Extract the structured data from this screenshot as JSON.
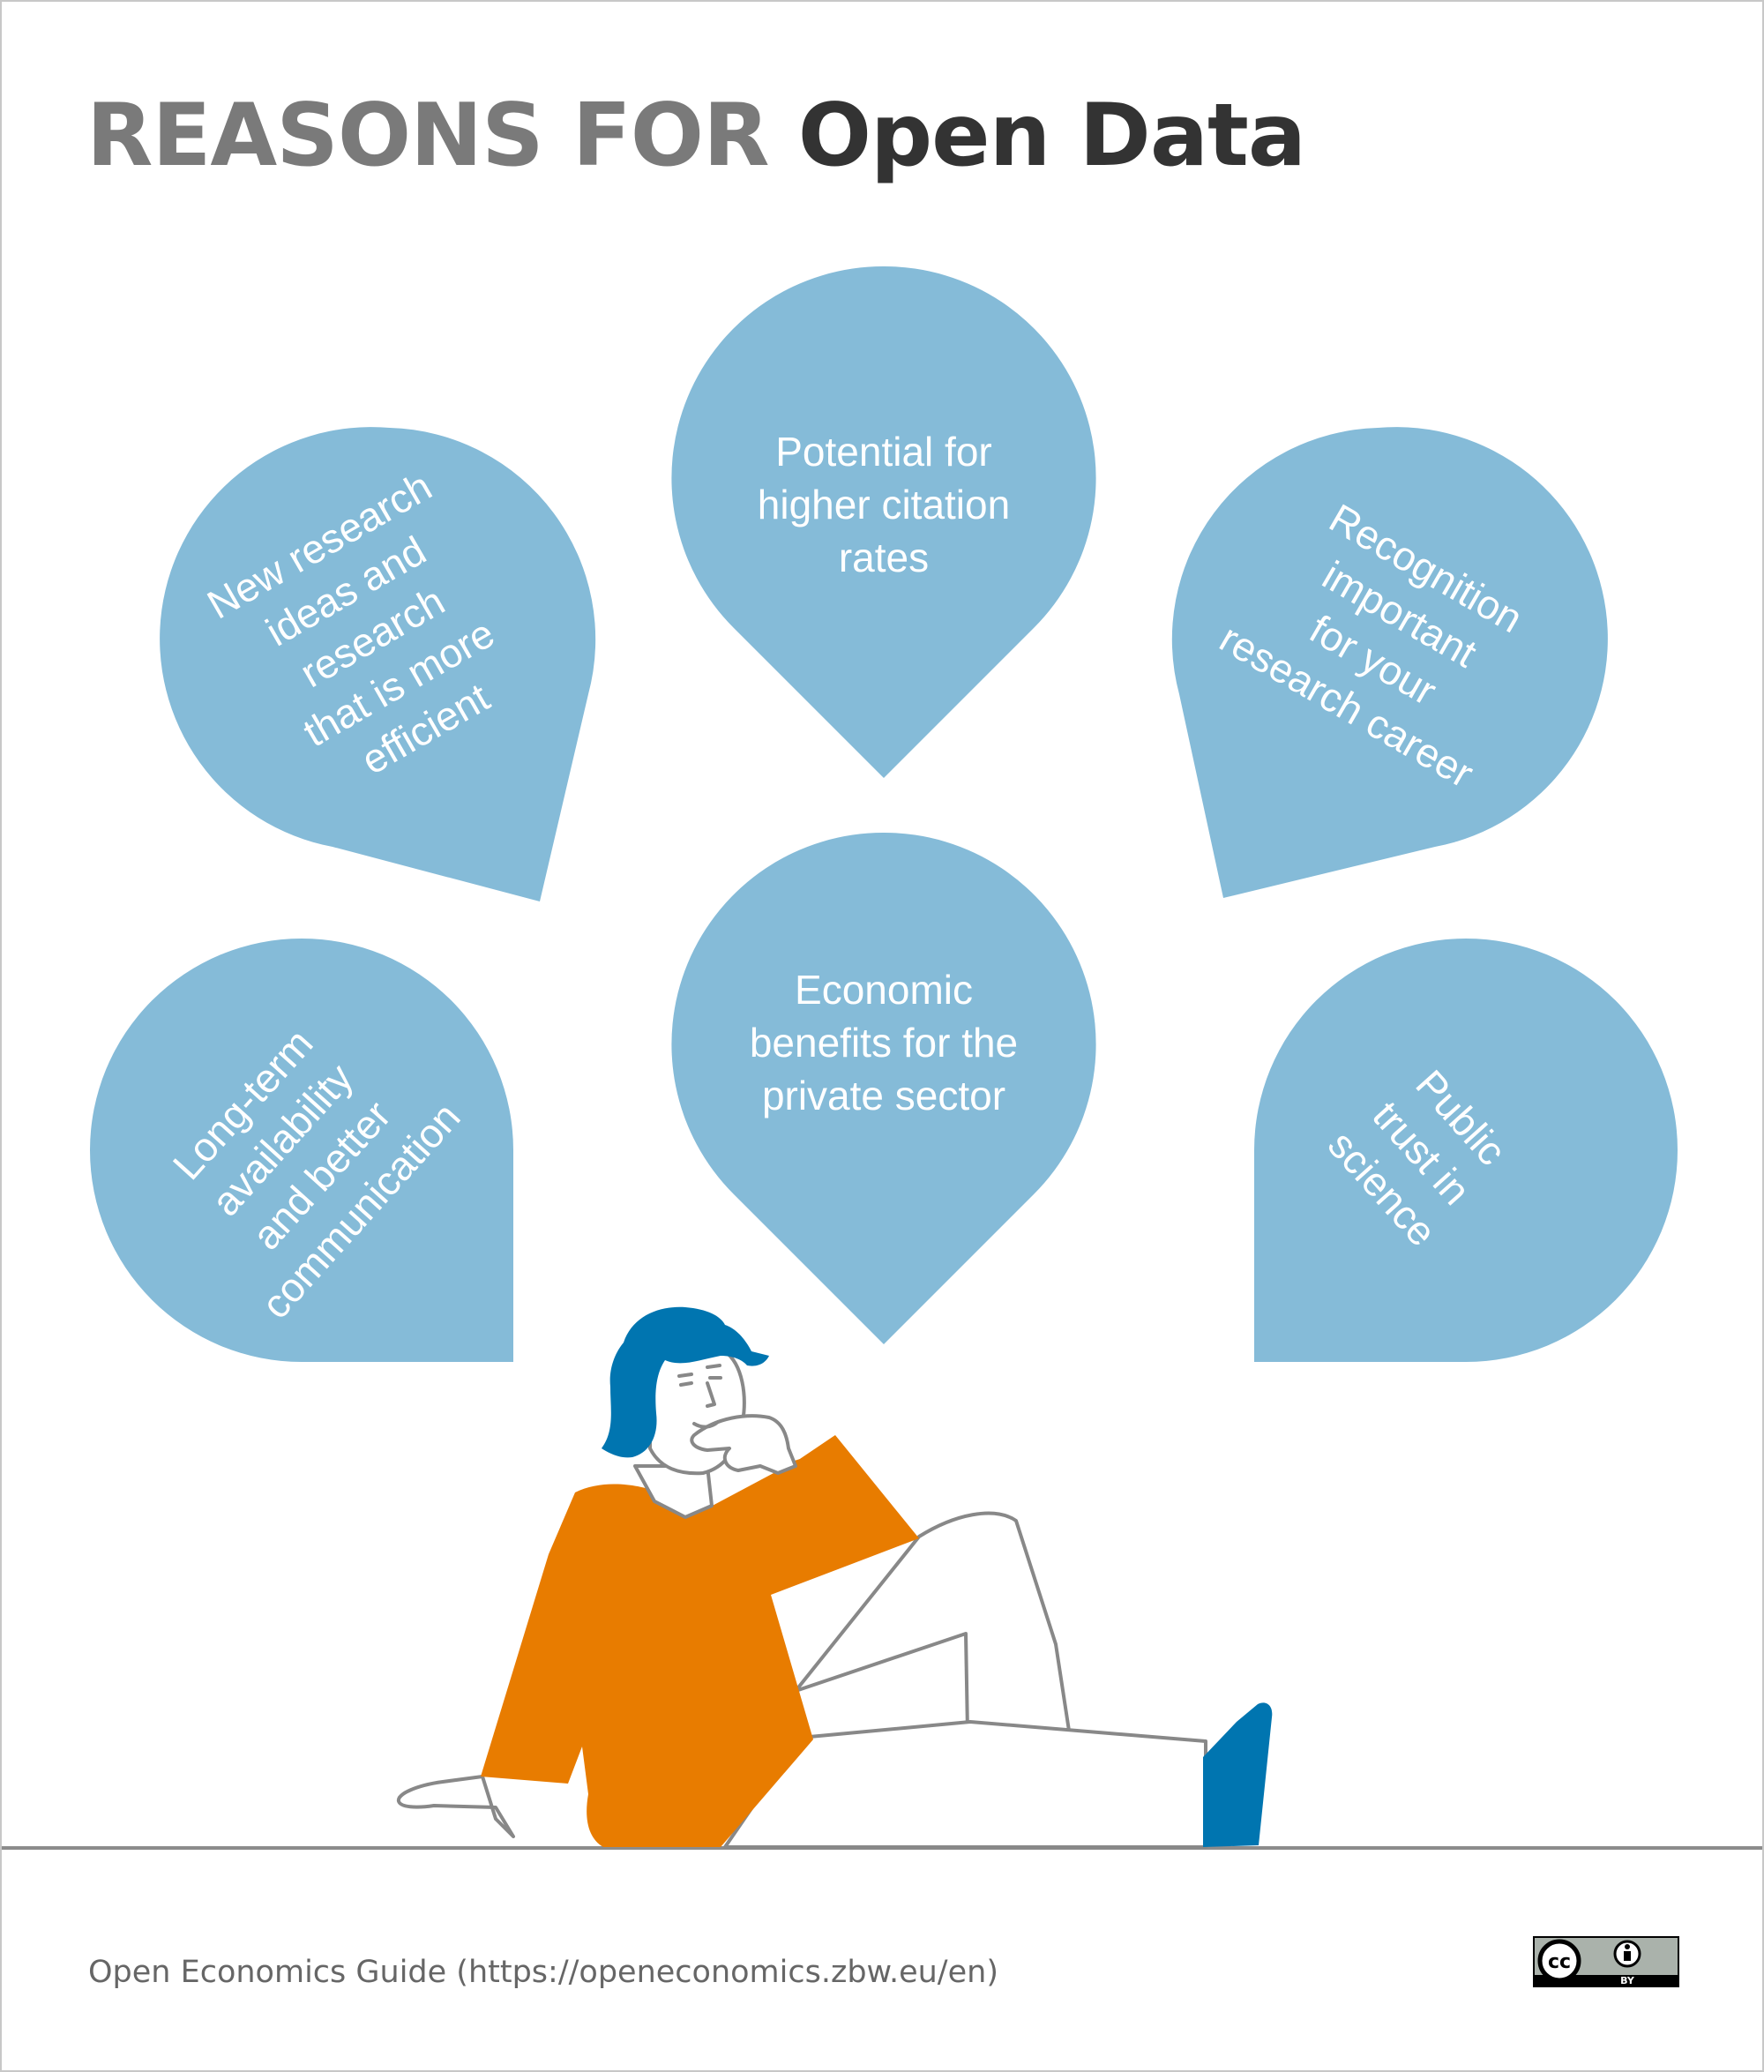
{
  "title": {
    "prefix": "REASONS FOR",
    "main": "Open Data"
  },
  "colors": {
    "bubble": "#85bbd8",
    "sweater": "#e87c00",
    "hair": "#0075b0",
    "title_prefix": "#7a7a7a",
    "title_main": "#333333"
  },
  "bubbles": {
    "new_research": [
      "New research",
      "ideas and",
      "research",
      "that is more",
      "efficient"
    ],
    "citation": [
      "Potential for",
      "higher citation",
      "rates"
    ],
    "recognition": [
      "Recognition",
      "important",
      "for your",
      "research career"
    ],
    "long_term": [
      "Long-term",
      "availability",
      "and better",
      "communication"
    ],
    "economic": [
      "Economic",
      "benefits for the",
      "private sector"
    ],
    "public_trust": [
      "Public",
      "trust in",
      "science"
    ]
  },
  "footer": {
    "source": "Open Economics Guide (https://openeconomics.zbw.eu/en)"
  },
  "license": {
    "cc_label": "cc",
    "by_label": "BY"
  }
}
